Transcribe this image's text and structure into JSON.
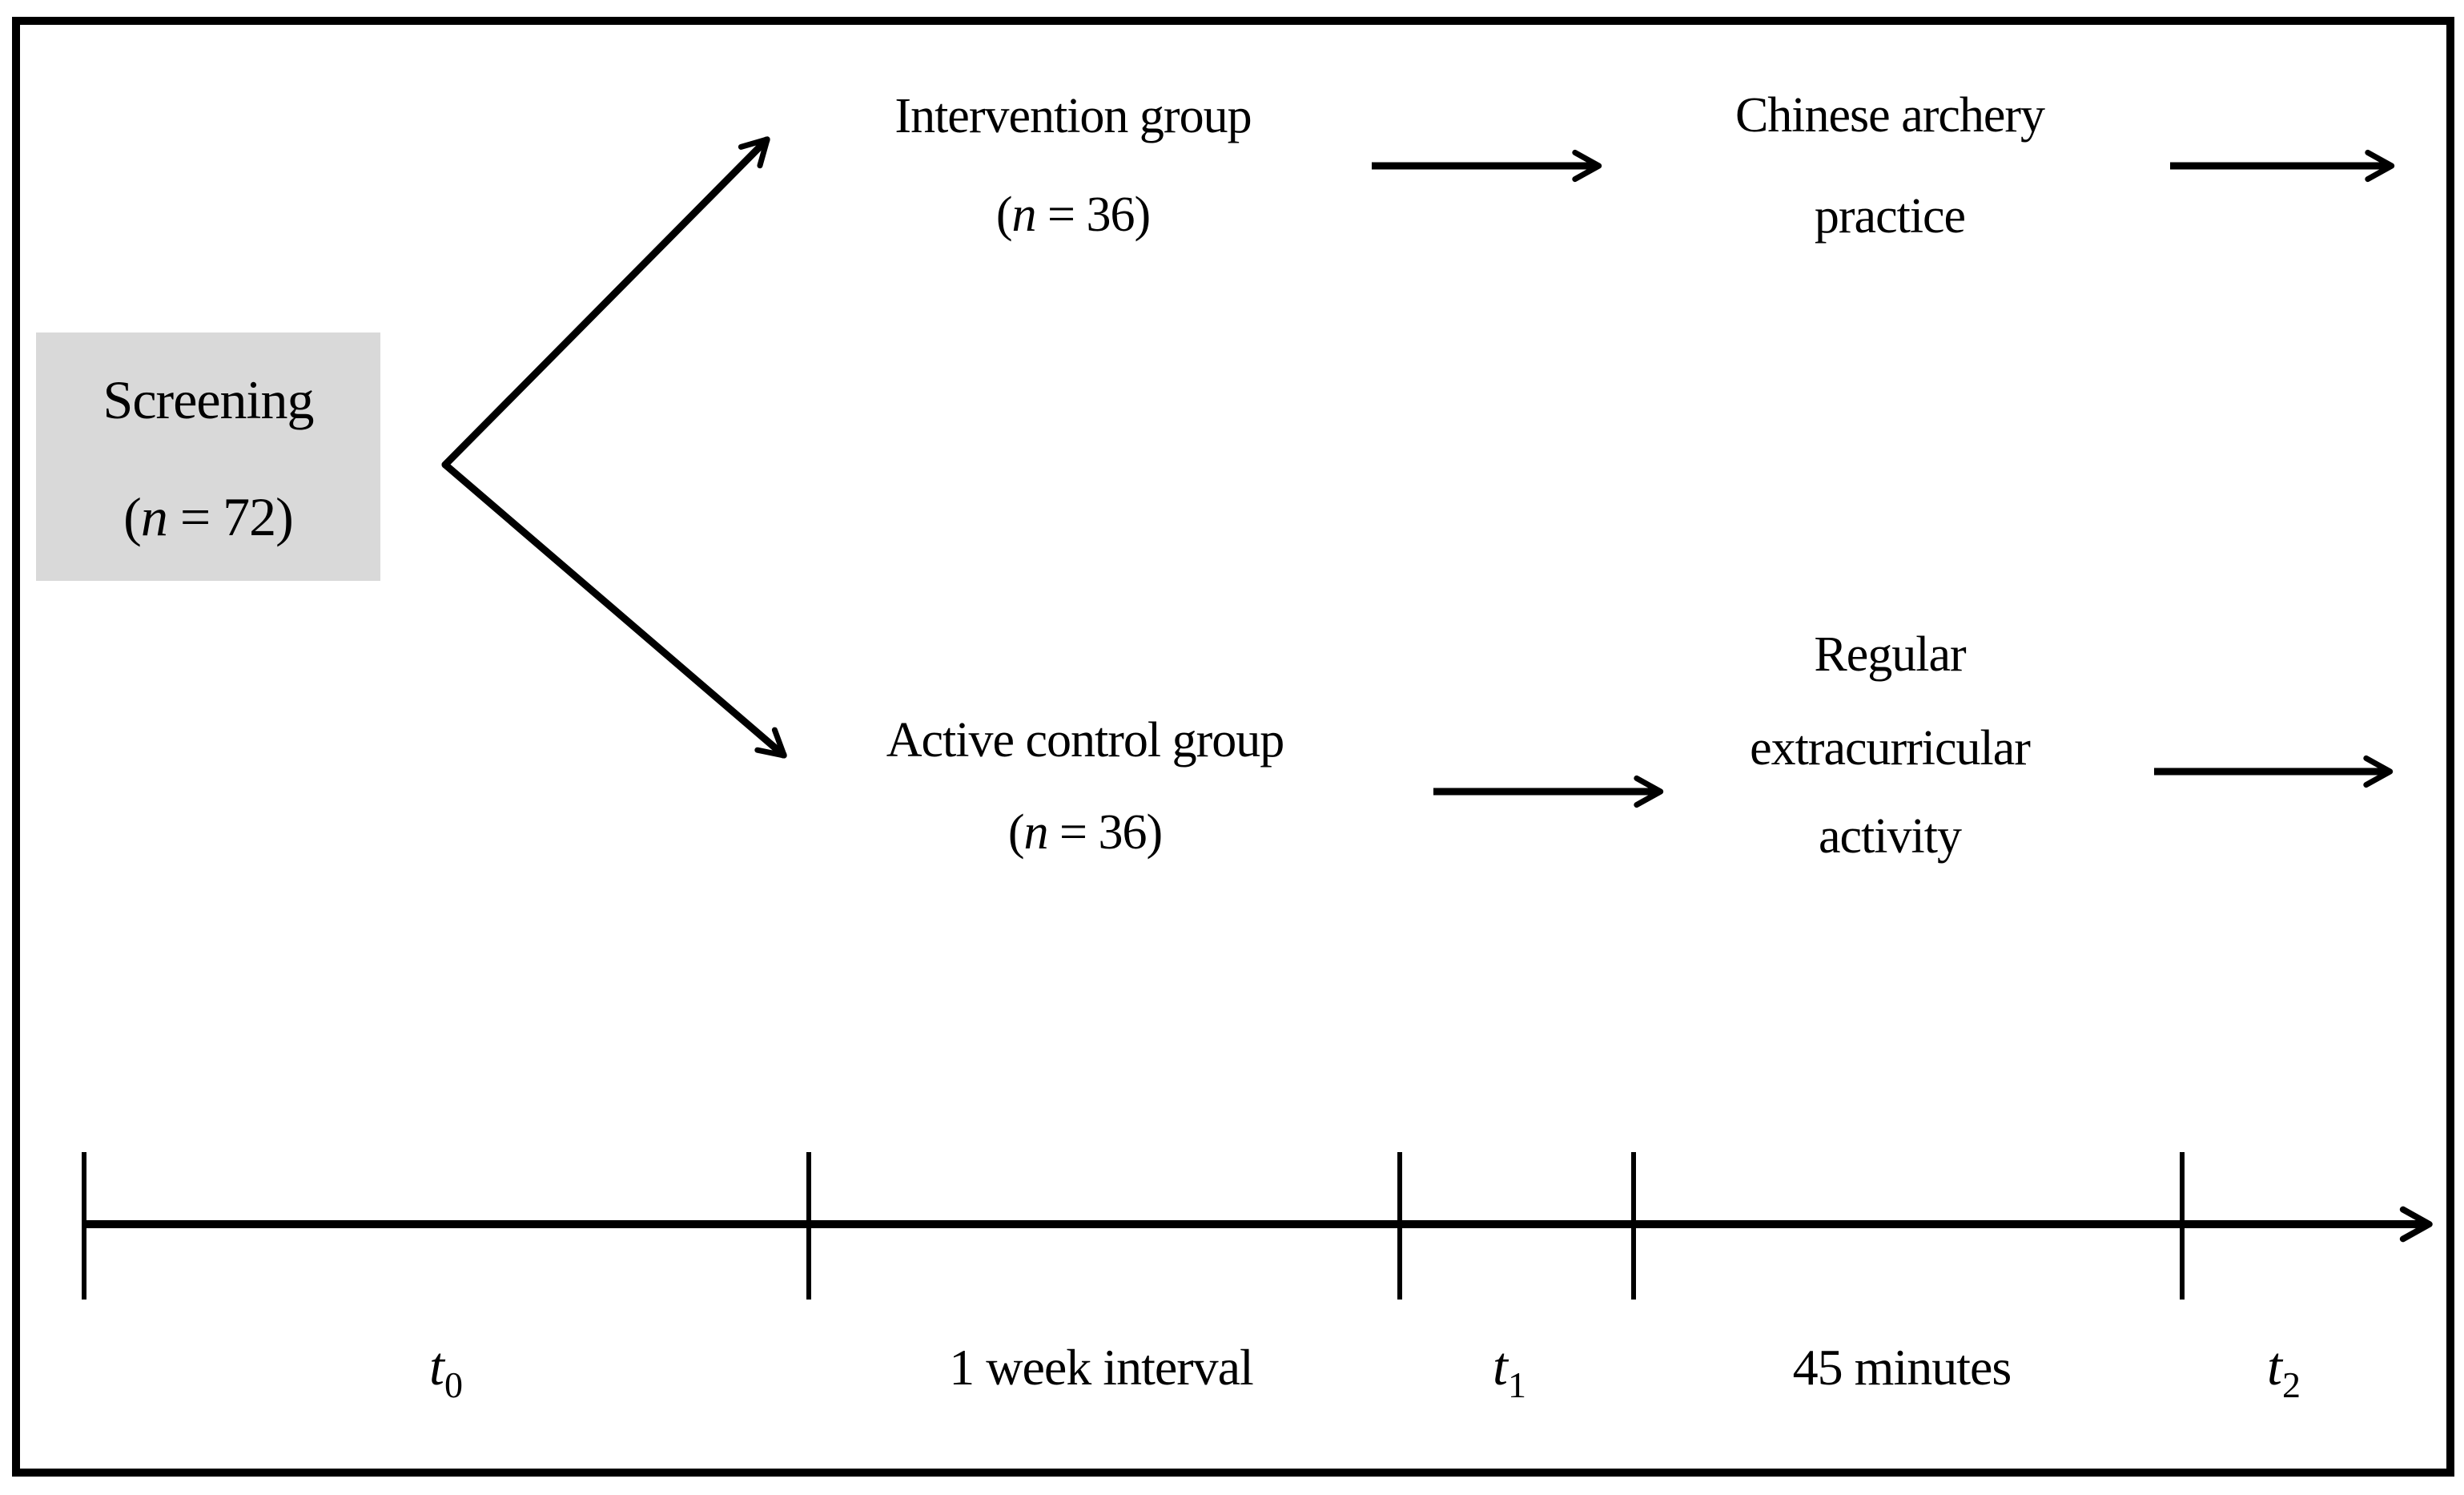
{
  "figure": {
    "background": "#ffffff",
    "line_color": "#000000",
    "text_color": "#000000",
    "box_fill": "#d9d9d9"
  },
  "screening": {
    "title": "Screening",
    "count_open": "(",
    "count_var": "n",
    "count_rest": " = 72)"
  },
  "groups": {
    "intervention": {
      "title": "Intervention group",
      "count_open": "(",
      "count_var": "n",
      "count_rest": " = 36)"
    },
    "control": {
      "title": "Active control group",
      "count_open": "(",
      "count_var": "n",
      "count_rest": " = 36)"
    }
  },
  "activities": {
    "archery": {
      "lines": [
        "Chinese archery",
        "practice"
      ]
    },
    "regular": {
      "lines": [
        "Regular",
        "extracurricular",
        "activity"
      ]
    }
  },
  "timeline": {
    "t0": {
      "base": "t",
      "sub": "0"
    },
    "interval1": "1 week interval",
    "t1": {
      "base": "t",
      "sub": "1"
    },
    "interval2": "45 minutes",
    "t2": {
      "base": "t",
      "sub": "2"
    }
  }
}
